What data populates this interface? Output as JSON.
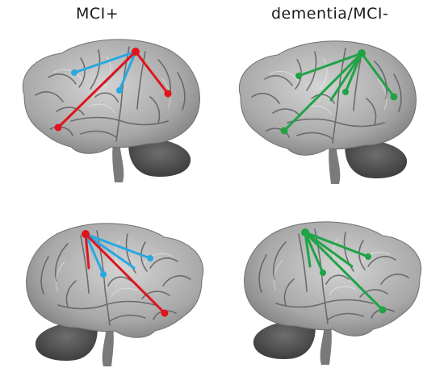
{
  "titles": {
    "left": "MCI+",
    "right": "dementia/MCI-"
  },
  "colors": {
    "red": "#e0141c",
    "blue": "#29a8e0",
    "green": "#1fa346",
    "brain": "#a9a9a9",
    "cerebellum": "#5d5d5d"
  },
  "panels": [
    {
      "id": "top-left",
      "view": "left-hemisphere",
      "group": "MCI+",
      "connection_colors": [
        "red",
        "blue"
      ]
    },
    {
      "id": "top-right",
      "view": "left-hemisphere",
      "group": "dementia/MCI-",
      "connection_colors": [
        "green"
      ]
    },
    {
      "id": "bottom-left",
      "view": "right-hemisphere",
      "group": "MCI+",
      "connection_colors": [
        "red",
        "blue"
      ]
    },
    {
      "id": "bottom-right",
      "view": "right-hemisphere",
      "group": "dementia/MCI-",
      "connection_colors": [
        "green"
      ]
    }
  ]
}
